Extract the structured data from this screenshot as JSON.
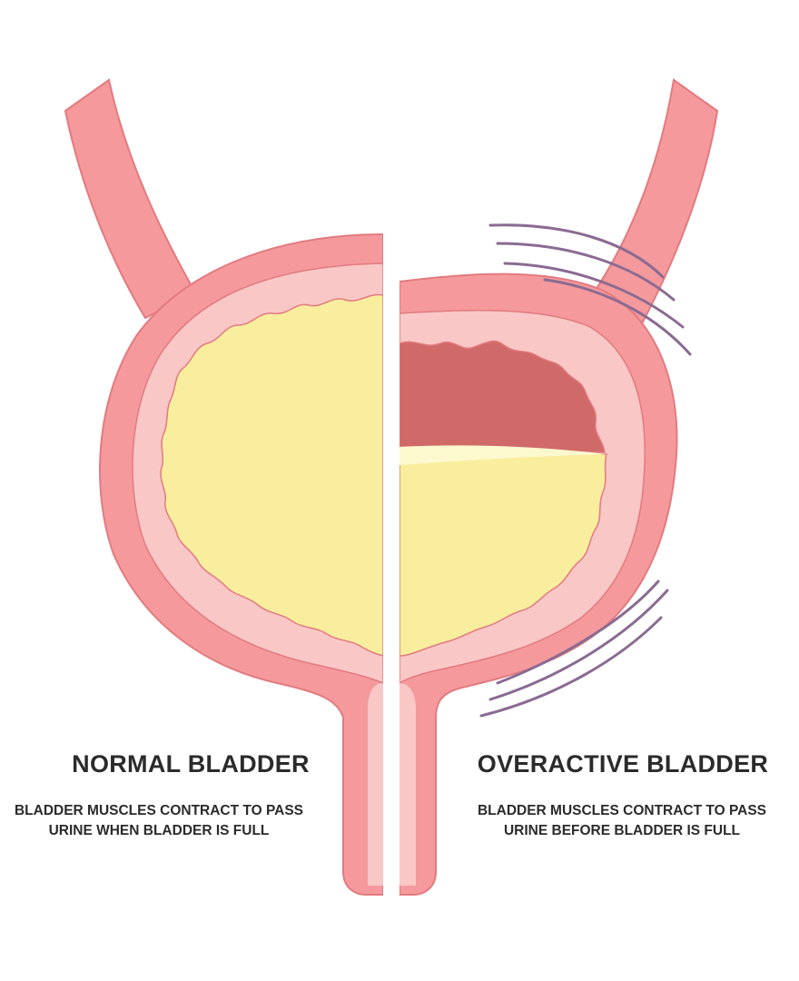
{
  "colors": {
    "wall": "#f5999c",
    "wall_outline": "#e27b80",
    "lining": "#f9c7c6",
    "urine": "#f9ee9e",
    "urine_light": "#fdf9cf",
    "contracted": "#cf6a69",
    "divider": "#ffffff",
    "vibration": "#8a6b92",
    "text": "#2b2b2b"
  },
  "left": {
    "title": "NORMAL BLADDER",
    "desc_line1": "BLADDER MUSCLES CONTRACT TO PASS",
    "desc_line2": "URINE WHEN BLADDER IS FULL"
  },
  "right": {
    "title": "OVERACTIVE BLADDER",
    "desc_line1": "BLADDER MUSCLES CONTRACT TO PASS",
    "desc_line2": "URINE BEFORE BLADDER IS FULL"
  }
}
